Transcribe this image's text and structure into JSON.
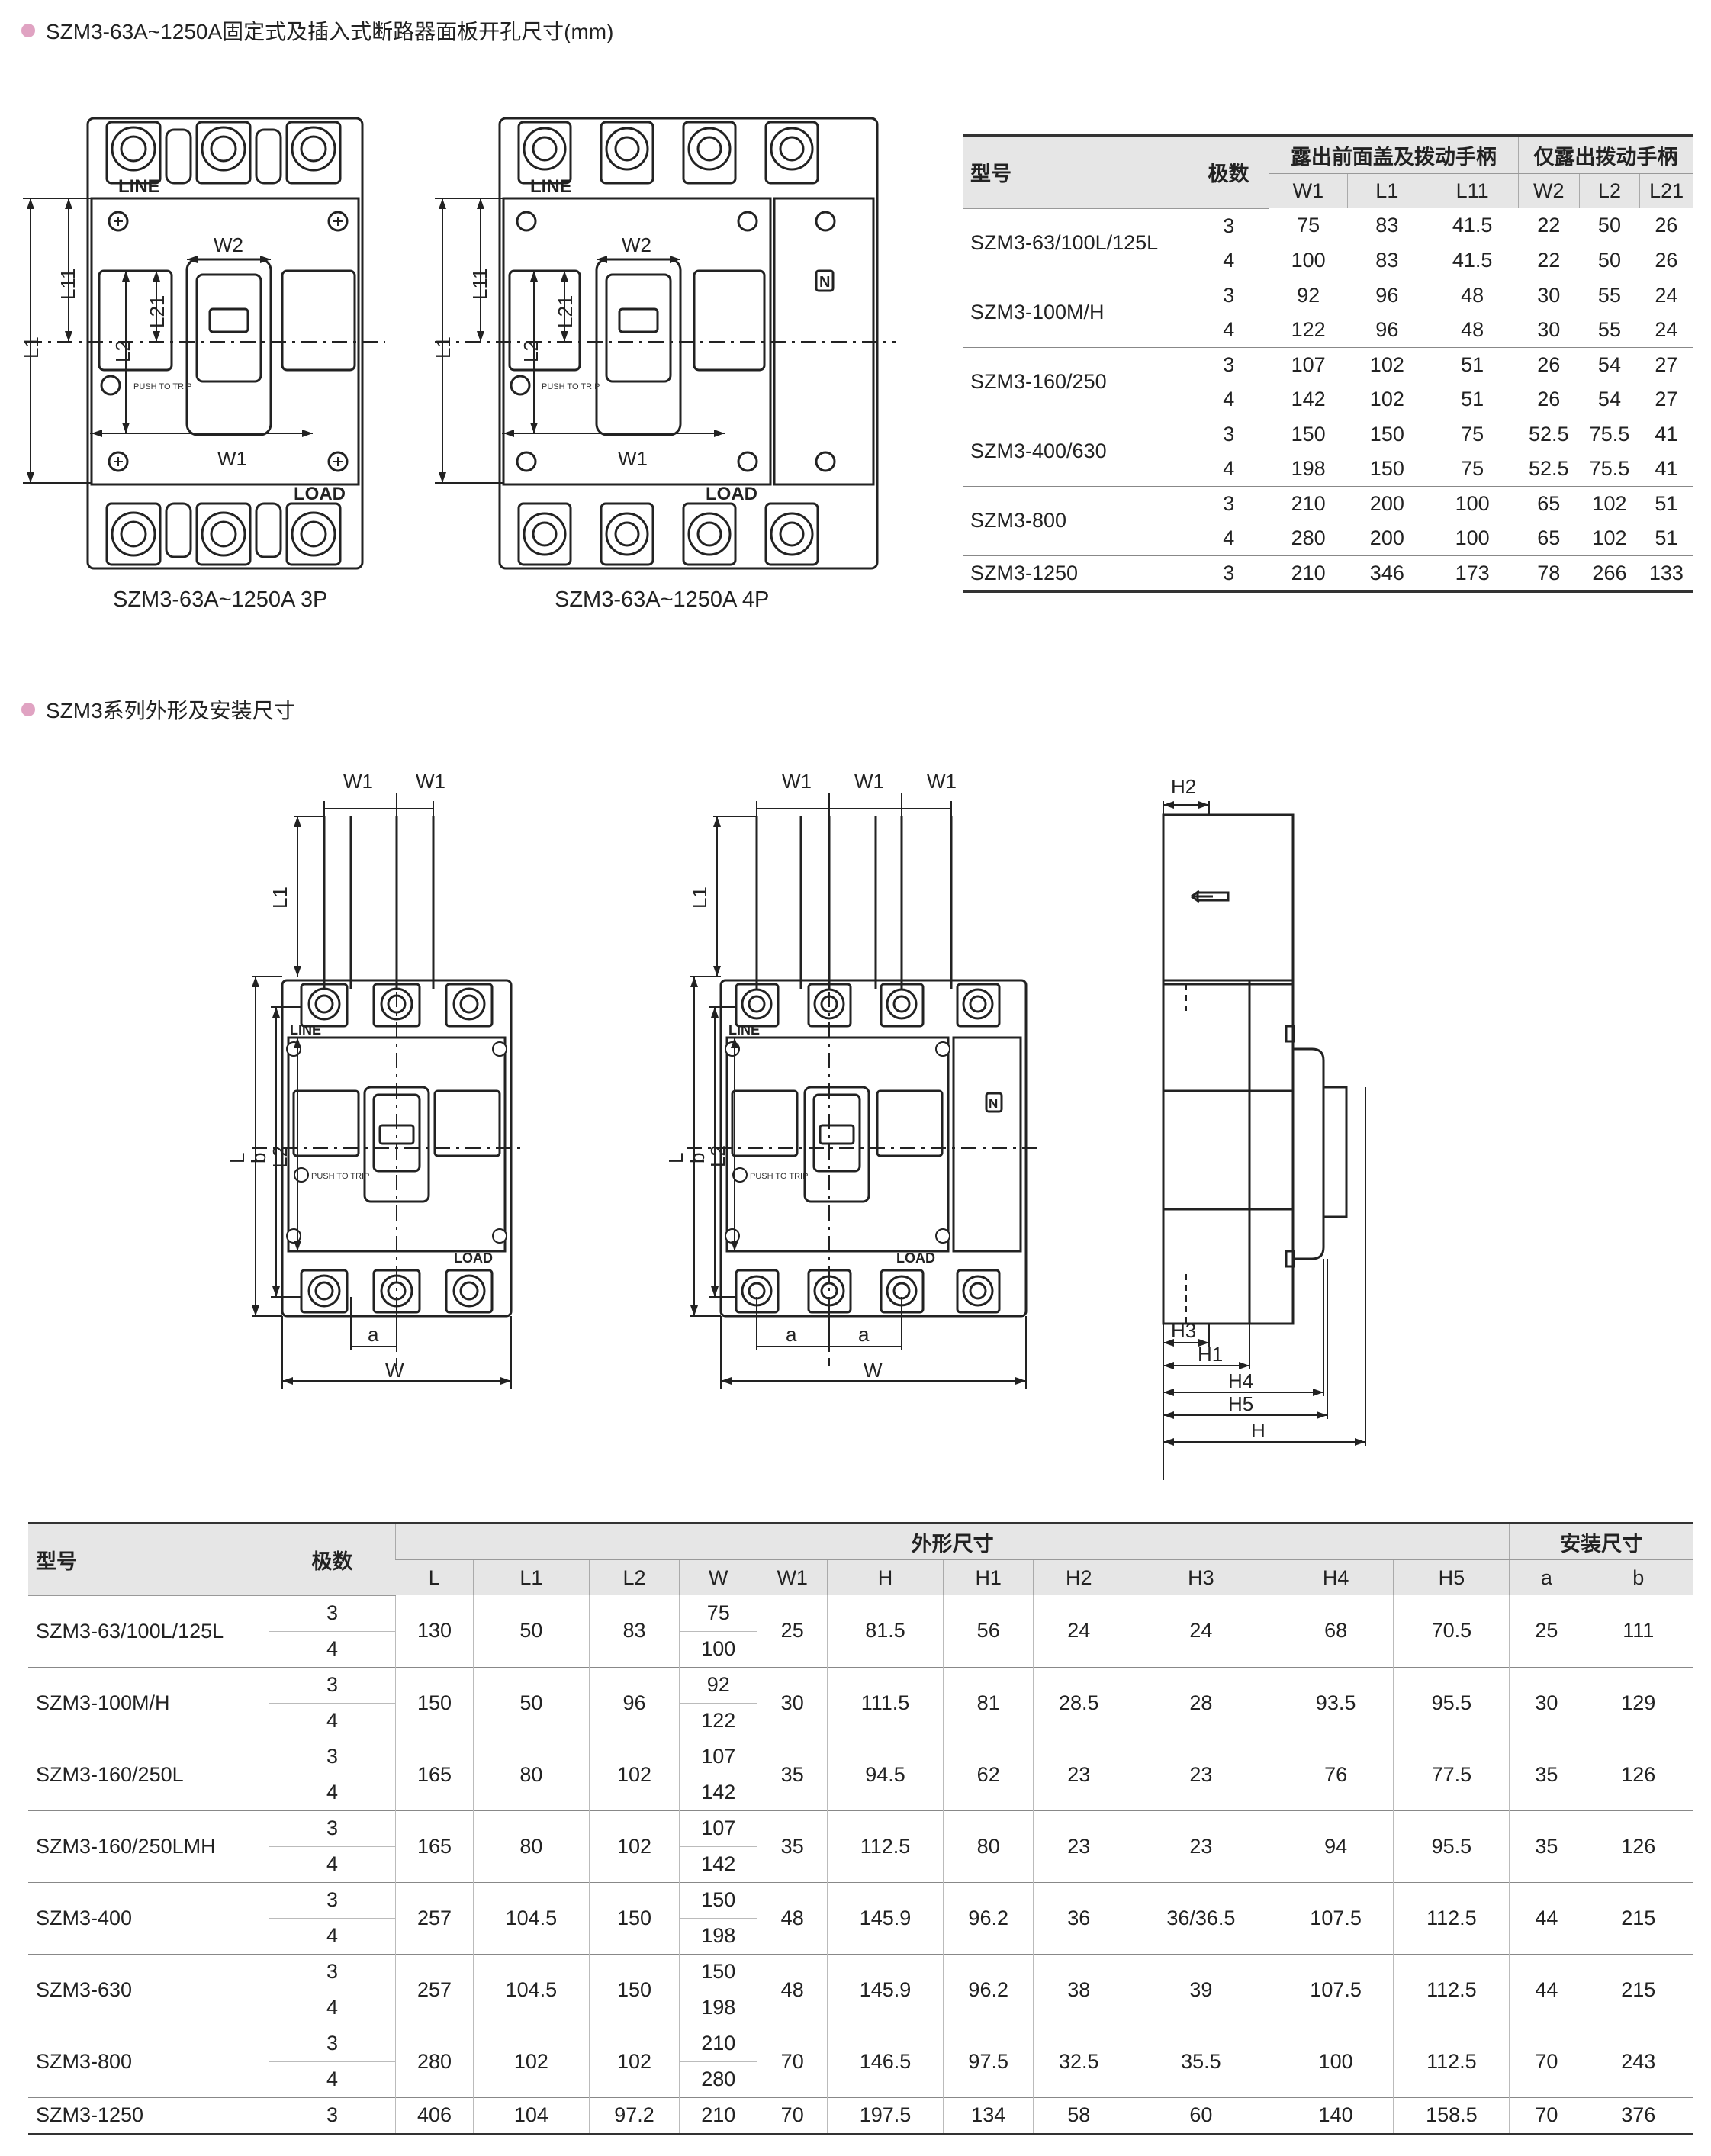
{
  "section1": {
    "title": "SZM3-63A~1250A固定式及插入式断路器面板开孔尺寸(mm)"
  },
  "section2": {
    "title": "SZM3系列外形及安装尺寸"
  },
  "panel_drawings": {
    "caption_3p": "SZM3-63A~1250A 3P",
    "caption_4p": "SZM3-63A~1250A 4P",
    "line_label": "LINE",
    "load_label": "LOAD",
    "push_to_trip": "PUSH TO TRIP",
    "neutral_mark": "N",
    "dims": {
      "W1": "W1",
      "W2": "W2",
      "L1": "L1",
      "L11": "L11",
      "L2": "L2",
      "L21": "L21"
    }
  },
  "outline_drawings": {
    "line_label": "LINE",
    "load_label": "LOAD",
    "push_to_trip": "PUSH TO TRIP",
    "neutral_mark": "N",
    "dims": {
      "W1": "W1",
      "L1": "L1",
      "L": "L",
      "b": "b",
      "L2": "L2",
      "a": "a",
      "W": "W",
      "H": "H",
      "H1": "H1",
      "H2": "H2",
      "H3": "H3",
      "H4": "H4",
      "H5": "H5"
    }
  },
  "table1": {
    "header": {
      "model": "型号",
      "poles": "极数",
      "group1": "露出前面盖及拨动手柄",
      "group2": "仅露出拨动手柄",
      "cols": [
        "W1",
        "L1",
        "L11",
        "W2",
        "L2",
        "L21"
      ]
    },
    "groups": [
      {
        "model": "SZM3-63/100L/125L",
        "rows": [
          [
            "3",
            "75",
            "83",
            "41.5",
            "22",
            "50",
            "26"
          ],
          [
            "4",
            "100",
            "83",
            "41.5",
            "22",
            "50",
            "26"
          ]
        ]
      },
      {
        "model": "SZM3-100M/H",
        "rows": [
          [
            "3",
            "92",
            "96",
            "48",
            "30",
            "55",
            "24"
          ],
          [
            "4",
            "122",
            "96",
            "48",
            "30",
            "55",
            "24"
          ]
        ]
      },
      {
        "model": "SZM3-160/250",
        "rows": [
          [
            "3",
            "107",
            "102",
            "51",
            "26",
            "54",
            "27"
          ],
          [
            "4",
            "142",
            "102",
            "51",
            "26",
            "54",
            "27"
          ]
        ]
      },
      {
        "model": "SZM3-400/630",
        "rows": [
          [
            "3",
            "150",
            "150",
            "75",
            "52.5",
            "75.5",
            "41"
          ],
          [
            "4",
            "198",
            "150",
            "75",
            "52.5",
            "75.5",
            "41"
          ]
        ]
      },
      {
        "model": "SZM3-800",
        "rows": [
          [
            "3",
            "210",
            "200",
            "100",
            "65",
            "102",
            "51"
          ],
          [
            "4",
            "280",
            "200",
            "100",
            "65",
            "102",
            "51"
          ]
        ]
      },
      {
        "model": "SZM3-1250",
        "rows": [
          [
            "3",
            "210",
            "346",
            "173",
            "78",
            "266",
            "133"
          ]
        ]
      }
    ]
  },
  "table2": {
    "header": {
      "model": "型号",
      "poles": "极数",
      "group1": "外形尺寸",
      "group2": "安装尺寸",
      "cols": [
        "L",
        "L1",
        "L2",
        "W",
        "W1",
        "H",
        "H1",
        "H2",
        "H3",
        "H4",
        "H5",
        "a",
        "b"
      ]
    },
    "groups": [
      {
        "model": "SZM3-63/100L/125L",
        "poles": [
          "3",
          "4"
        ],
        "W": [
          "75",
          "100"
        ],
        "L": "130",
        "L1": "50",
        "L2": "83",
        "W1": "25",
        "H": "81.5",
        "H1": "56",
        "H2": "24",
        "H3": "24",
        "H4": "68",
        "H5": "70.5",
        "a": "25",
        "b": "111"
      },
      {
        "model": "SZM3-100M/H",
        "poles": [
          "3",
          "4"
        ],
        "W": [
          "92",
          "122"
        ],
        "L": "150",
        "L1": "50",
        "L2": "96",
        "W1": "30",
        "H": "111.5",
        "H1": "81",
        "H2": "28.5",
        "H3": "28",
        "H4": "93.5",
        "H5": "95.5",
        "a": "30",
        "b": "129"
      },
      {
        "model": "SZM3-160/250L",
        "poles": [
          "3",
          "4"
        ],
        "W": [
          "107",
          "142"
        ],
        "L": "165",
        "L1": "80",
        "L2": "102",
        "W1": "35",
        "H": "94.5",
        "H1": "62",
        "H2": "23",
        "H3": "23",
        "H4": "76",
        "H5": "77.5",
        "a": "35",
        "b": "126"
      },
      {
        "model": "SZM3-160/250LMH",
        "poles": [
          "3",
          "4"
        ],
        "W": [
          "107",
          "142"
        ],
        "L": "165",
        "L1": "80",
        "L2": "102",
        "W1": "35",
        "H": "112.5",
        "H1": "80",
        "H2": "23",
        "H3": "23",
        "H4": "94",
        "H5": "95.5",
        "a": "35",
        "b": "126"
      },
      {
        "model": "SZM3-400",
        "poles": [
          "3",
          "4"
        ],
        "W": [
          "150",
          "198"
        ],
        "L": "257",
        "L1": "104.5",
        "L2": "150",
        "W1": "48",
        "H": "145.9",
        "H1": "96.2",
        "H2": "36",
        "H3": "36/36.5",
        "H4": "107.5",
        "H5": "112.5",
        "a": "44",
        "b": "215"
      },
      {
        "model": "SZM3-630",
        "poles": [
          "3",
          "4"
        ],
        "W": [
          "150",
          "198"
        ],
        "L": "257",
        "L1": "104.5",
        "L2": "150",
        "W1": "48",
        "H": "145.9",
        "H1": "96.2",
        "H2": "38",
        "H3": "39",
        "H4": "107.5",
        "H5": "112.5",
        "a": "44",
        "b": "215"
      },
      {
        "model": "SZM3-800",
        "poles": [
          "3",
          "4"
        ],
        "W": [
          "210",
          "280"
        ],
        "L": "280",
        "L1": "102",
        "L2": "102",
        "W1": "70",
        "H": "146.5",
        "H1": "97.5",
        "H2": "32.5",
        "H3": "35.5",
        "H4": "100",
        "H5": "112.5",
        "a": "70",
        "b": "243"
      },
      {
        "model": "SZM3-1250",
        "poles": [
          "3"
        ],
        "W": [
          "210"
        ],
        "L": "406",
        "L1": "104",
        "L2": "97.2",
        "W1": "70",
        "H": "197.5",
        "H1": "134",
        "H2": "58",
        "H3": "60",
        "H4": "140",
        "H5": "158.5",
        "a": "70",
        "b": "376"
      }
    ]
  }
}
